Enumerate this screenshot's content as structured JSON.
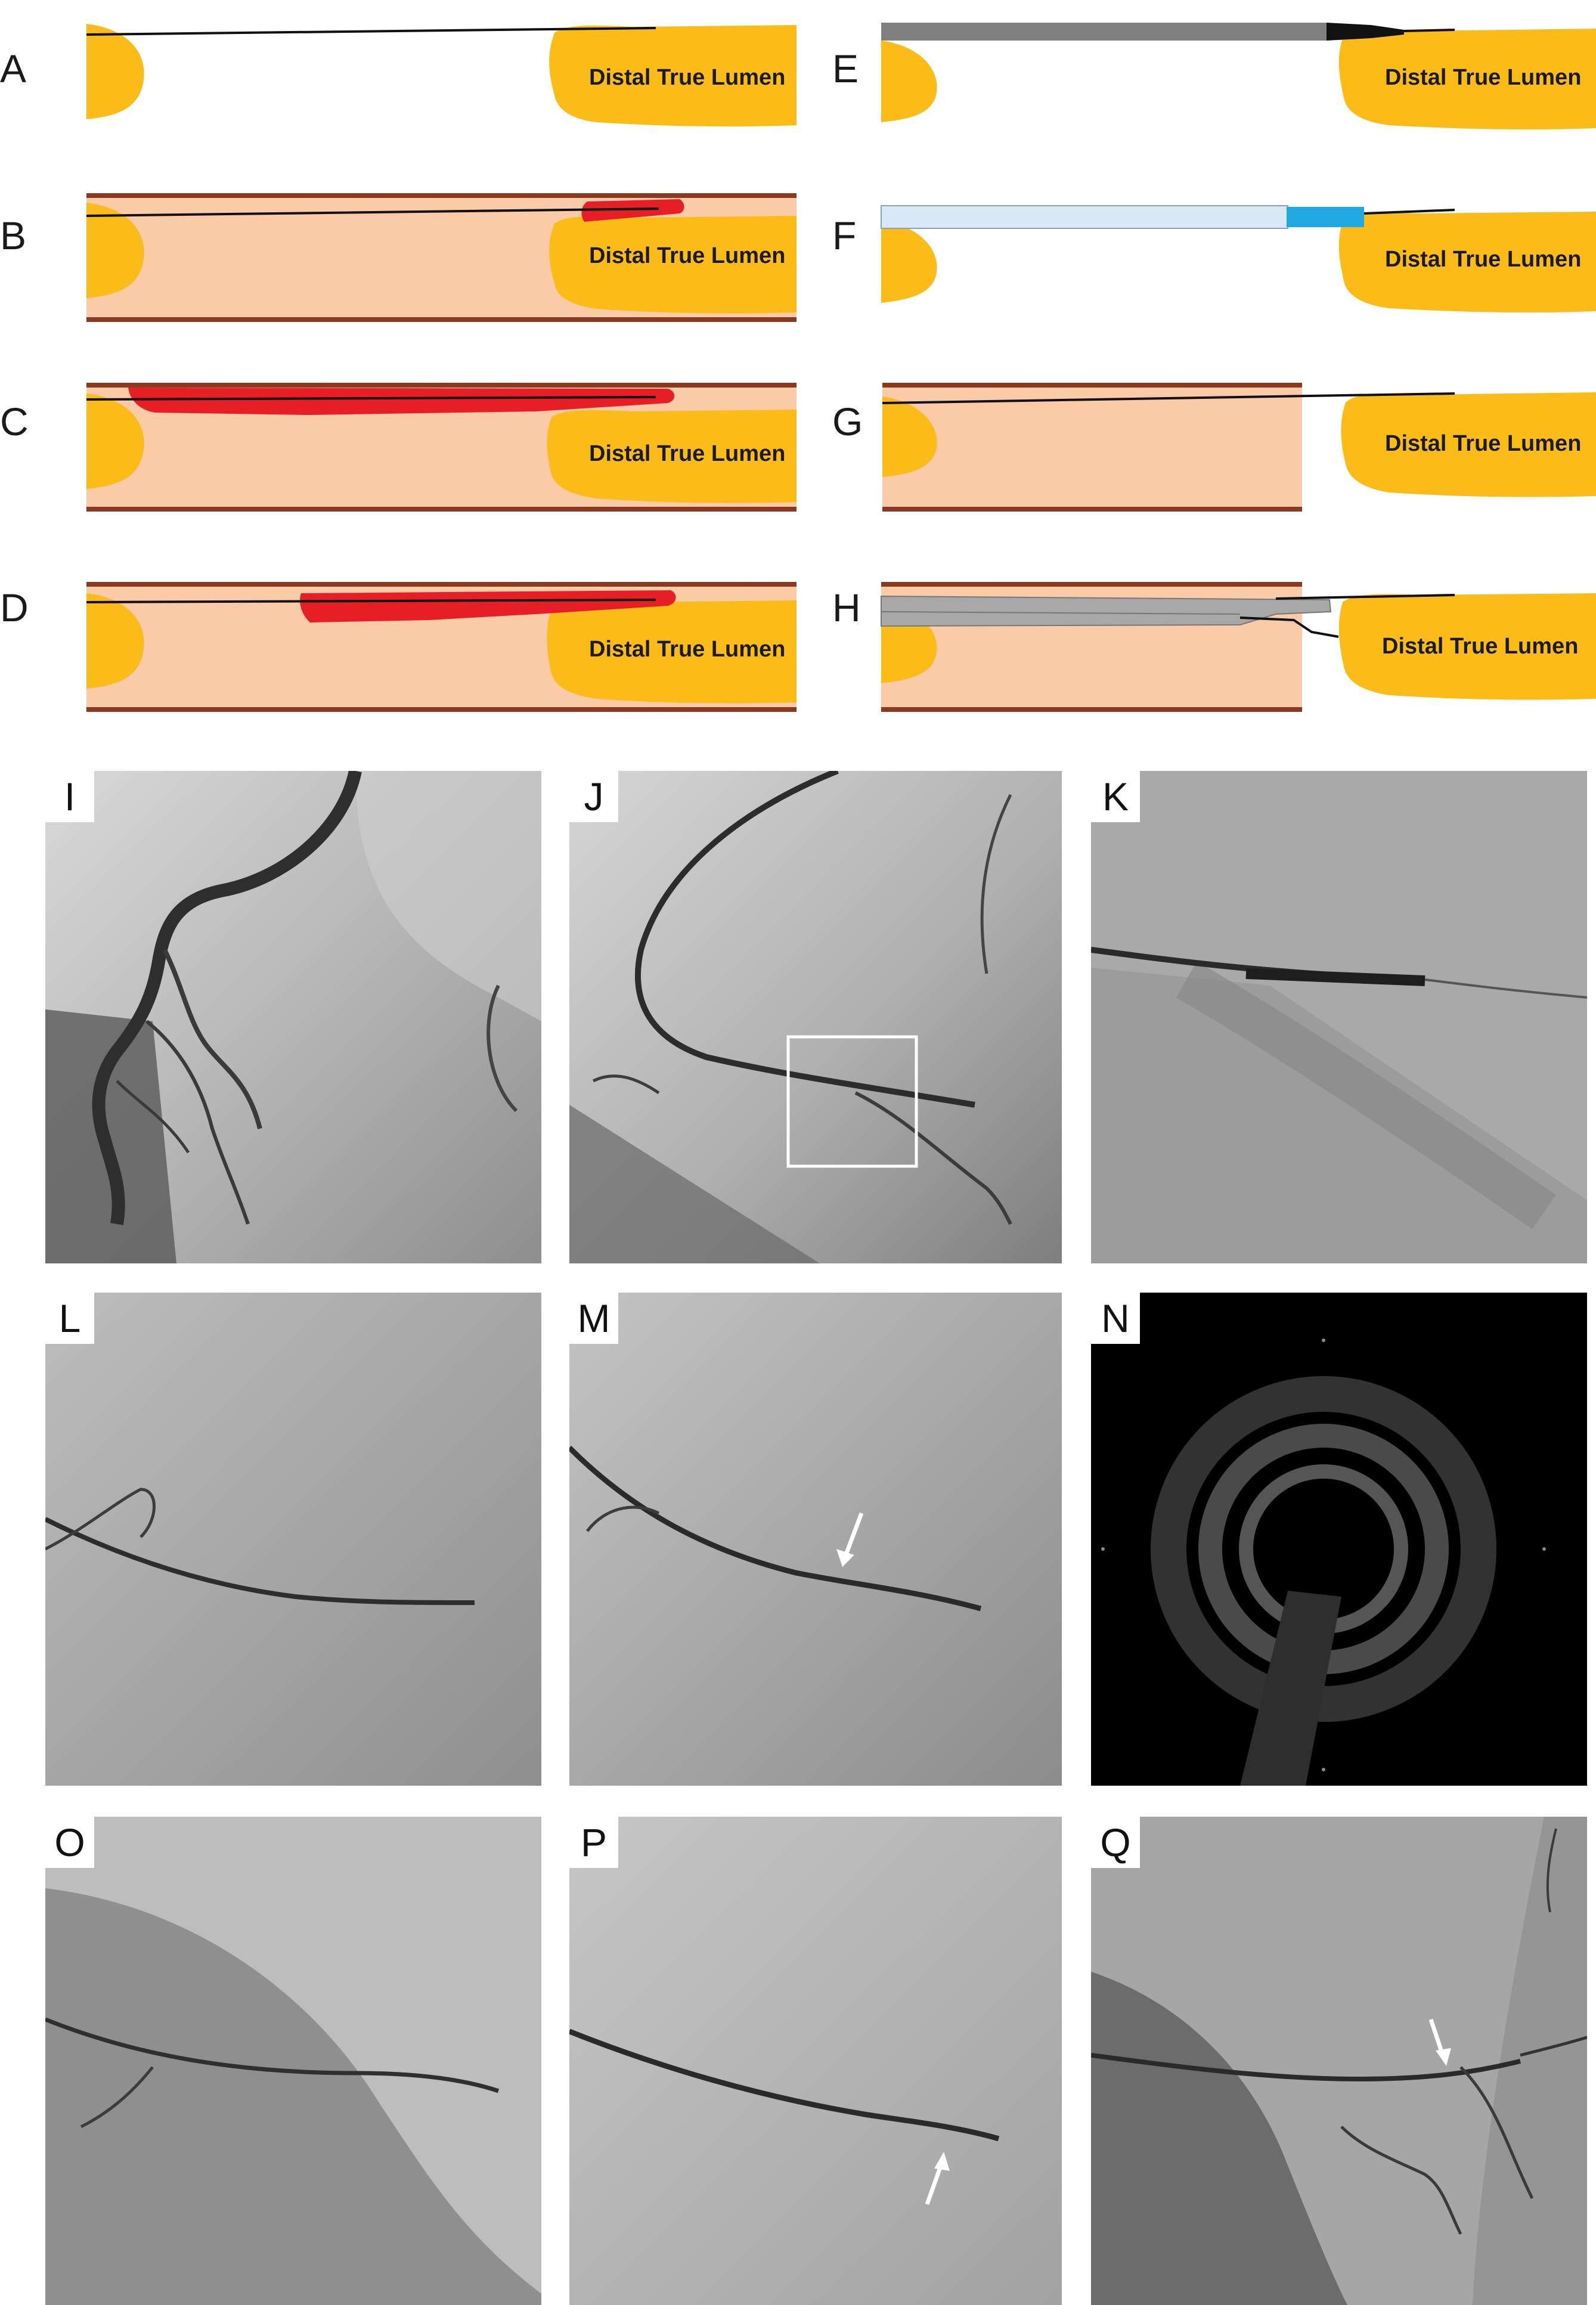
{
  "figure": {
    "schematic_labels": [
      "A",
      "B",
      "C",
      "D",
      "E",
      "F",
      "G",
      "H"
    ],
    "lumen_label": "Distal True Lumen",
    "image_labels": [
      "I",
      "J",
      "K",
      "L",
      "M",
      "N",
      "O",
      "P",
      "Q"
    ]
  },
  "colors": {
    "lumen_yellow": "#fbbc1a",
    "vessel_pink": "#fbcaa7",
    "vessel_wall": "#8b3a22",
    "hematoma_red": "#e61e25",
    "catheter_gray": "#808080",
    "microcatheter_light_blue": "#d8e8f4",
    "microcatheter_tip_blue": "#20a8e0",
    "angio_background": "#a8a8a8",
    "ivus_background": "#000000"
  }
}
